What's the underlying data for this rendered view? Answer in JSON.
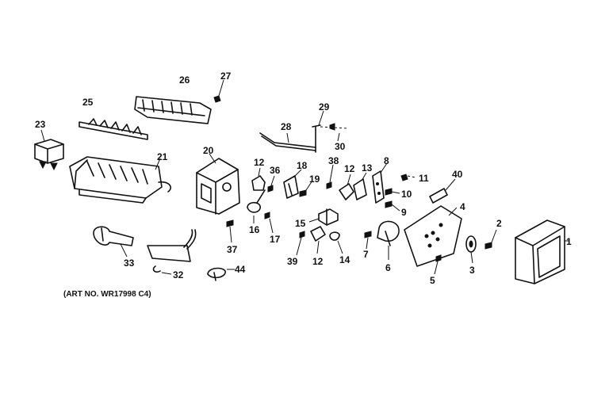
{
  "callouts": {
    "c1": "1",
    "c2": "2",
    "c3": "3",
    "c4": "4",
    "c5": "5",
    "c6": "6",
    "c7": "7",
    "c8": "8",
    "c9": "9",
    "c10": "10",
    "c11": "11",
    "c12a": "12",
    "c12b": "12",
    "c12c": "12",
    "c13": "13",
    "c14": "14",
    "c15": "15",
    "c16": "16",
    "c17": "17",
    "c18": "18",
    "c19": "19",
    "c20": "20",
    "c21": "21",
    "c23": "23",
    "c25": "25",
    "c26": "26",
    "c27": "27",
    "c28": "28",
    "c29": "29",
    "c30": "30",
    "c32": "32",
    "c33": "33",
    "c36": "36",
    "c37": "37",
    "c38": "38",
    "c39": "39",
    "c40": "40",
    "c44": "44"
  },
  "caption": "(ART NO. WR17998 C4)"
}
